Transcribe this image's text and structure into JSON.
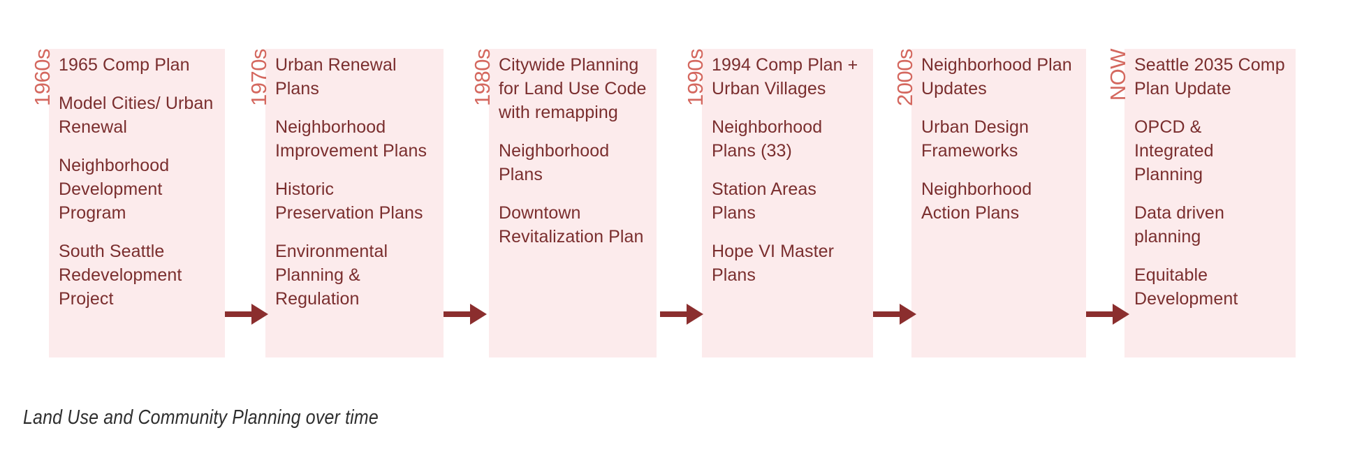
{
  "caption": "Land Use and Community Planning over time",
  "colors": {
    "card_background": "#FCEBEC",
    "era_label": "#D4685F",
    "entry_text": "#7A2E2E",
    "arrow": "#8B2E2E",
    "caption_text": "#2E2E2E",
    "page_background": "#FFFFFF"
  },
  "timeline": {
    "columns": [
      {
        "era": "1960s",
        "entries": [
          "1965 Comp Plan",
          "Model Cities/ Urban Renewal",
          "Neighborhood Development Program",
          "South Seattle Redevelopment Project"
        ]
      },
      {
        "era": "1970s",
        "entries": [
          "Urban Renewal Plans",
          "Neighborhood Improvement Plans",
          "Historic Preservation Plans",
          "Environmental Planning & Regulation"
        ]
      },
      {
        "era": "1980s",
        "entries": [
          "Citywide Planning for Land Use Code with remapping",
          "Neighborhood Plans",
          "Downtown Revitalization Plan"
        ]
      },
      {
        "era": "1990s",
        "entries": [
          "1994 Comp Plan + Urban Villages",
          "Neighborhood Plans (33)",
          "Station Areas Plans",
          "Hope VI Master Plans"
        ]
      },
      {
        "era": "2000s",
        "entries": [
          "Neighborhood Plan Updates",
          "Urban Design Frameworks",
          "Neighborhood Action Plans"
        ]
      },
      {
        "era": "NOW",
        "entries": [
          "Seattle 2035 Comp Plan Update",
          "OPCD & Integrated Planning",
          "Data driven planning",
          "Equitable Development"
        ]
      }
    ],
    "arrow_count": 5,
    "arrow_symbol": "right-arrow"
  },
  "geometry": {
    "columns_left": [
      48,
      358,
      678,
      983,
      1283,
      1588
    ],
    "columns_width": [
      274,
      277,
      262,
      267,
      272,
      267
    ],
    "arrows_left": [
      322,
      635,
      945,
      1250,
      1555
    ],
    "arrows_width": [
      62,
      62,
      62,
      62,
      62
    ]
  }
}
